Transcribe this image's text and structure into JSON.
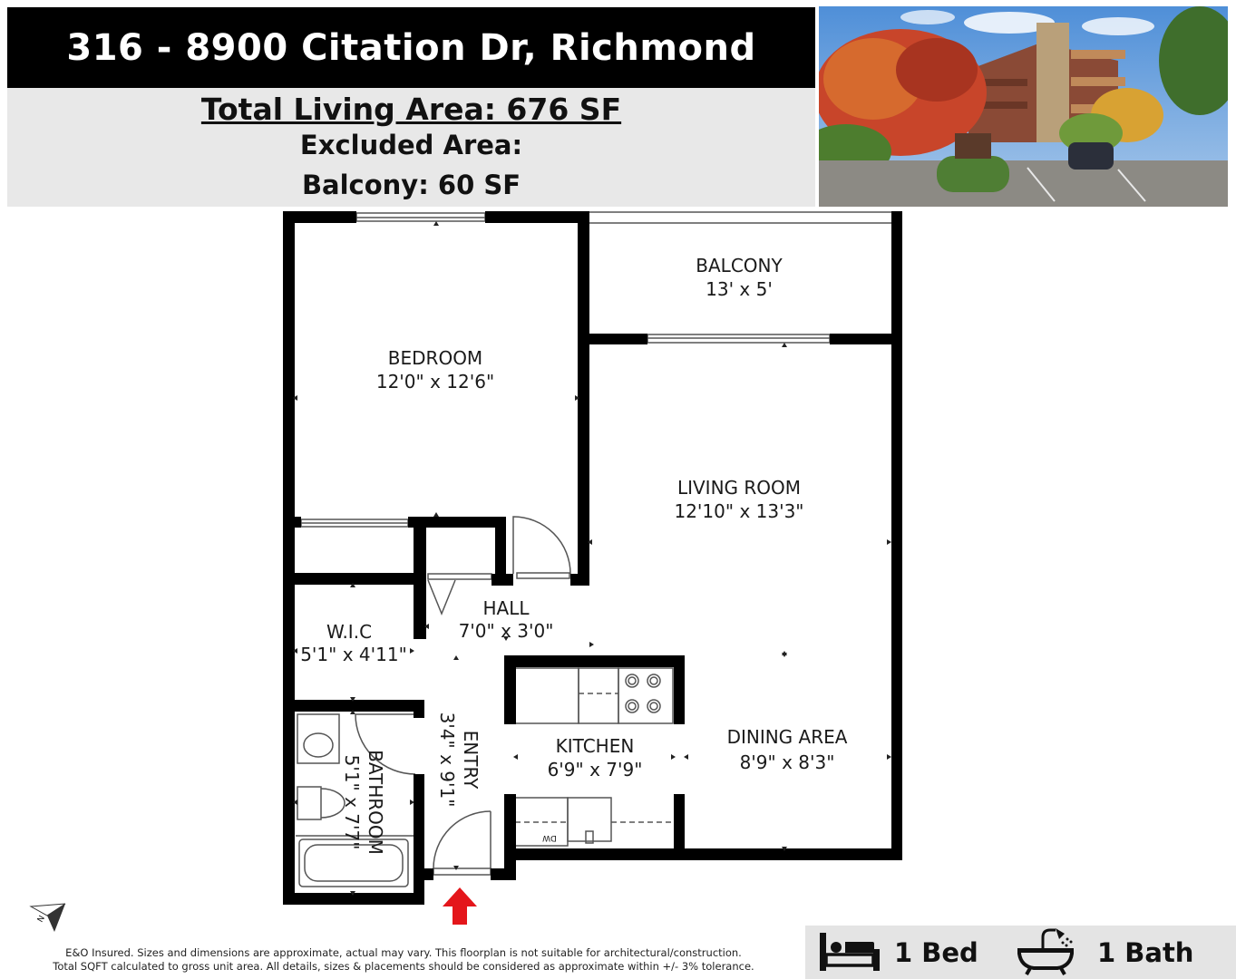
{
  "header": {
    "address": "316 - 8900 Citation Dr, Richmond",
    "total_living_area": "Total Living Area: 676 SF",
    "excluded_area_label": "Excluded Area:",
    "balcony_area": "Balcony: 60 SF"
  },
  "rooms": {
    "balcony": {
      "name": "BALCONY",
      "dims": "13' x 5'"
    },
    "bedroom": {
      "name": "BEDROOM",
      "dims": "12'0\" x 12'6\""
    },
    "living_room": {
      "name": "LIVING ROOM",
      "dims": "12'10\" x 13'3\""
    },
    "hall": {
      "name": "HALL",
      "dims": "7'0\" x 3'0\""
    },
    "wic": {
      "name": "W.I.C",
      "dims": "5'1\" x 4'11\""
    },
    "kitchen": {
      "name": "KITCHEN",
      "dims": "6'9\" x 7'9\""
    },
    "dining_area": {
      "name": "DINING AREA",
      "dims": "8'9\" x 8'3\""
    },
    "entry": {
      "name": "ENTRY",
      "dims": "3'4\" x 9'1\""
    },
    "bathroom": {
      "name": "BATHROOM",
      "dims": "5'1\" x 7'7\""
    }
  },
  "appliance_labels": {
    "dishwasher": "DW"
  },
  "compass": {
    "label": "N",
    "icon": "north-arrow-icon"
  },
  "entrance_marker": {
    "icon": "entrance-arrow-icon",
    "color": "#e4161b"
  },
  "disclaimer": {
    "line1": "E&O Insured. Sizes and dimensions are approximate, actual may vary. This floorplan is not suitable for architectural/construction.",
    "line2": "Total SQFT calculated to gross unit area. All details, sizes & placements should be considered as approximate within +/- 3% tolerance."
  },
  "stats": {
    "beds": {
      "label": "1 Bed",
      "icon": "bed-icon"
    },
    "baths": {
      "label": "1 Bath",
      "icon": "bathtub-icon"
    }
  },
  "colors": {
    "wall": "#000000",
    "header_bg": "#000000",
    "area_bg": "#e8e8e8",
    "stats_bg": "#e4e4e4"
  }
}
